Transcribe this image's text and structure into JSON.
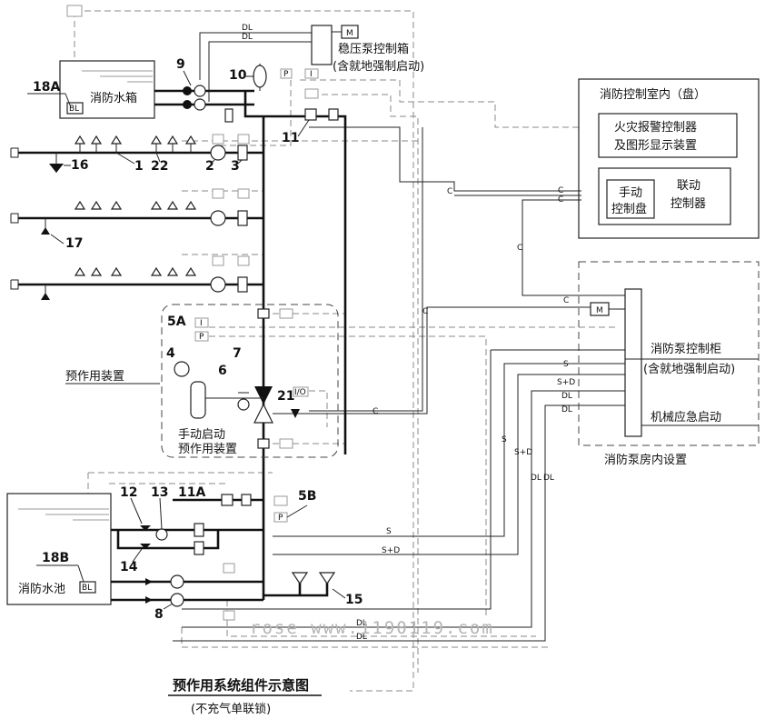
{
  "labels": {
    "stabilizer_box": "稳压泵控制箱",
    "stabilizer_local": "(含就地强制启动)",
    "m": "M",
    "dl": "DL",
    "p": "P",
    "i": "I",
    "fire_tank": "消防水箱",
    "fire_pool": "消防水池",
    "tag_18a": "18A",
    "tag_18b": "18B",
    "bl": "BL",
    "control_room": "消防控制室内（盘）",
    "alarm_controller_1": "火灾报警控制器",
    "alarm_controller_2": "及图形显示装置",
    "manual_panel_1": "手动",
    "manual_panel_2": "控制盘",
    "linkage_1": "联动",
    "linkage_2": "控制器",
    "pump_cabinet": "消防泵控制柜",
    "pump_cabinet_local": "(含就地强制启动)",
    "mech_start": "机械应急启动",
    "pump_room": "消防泵房内设置",
    "preaction_device": "预作用装置",
    "manual_start": "手动启动",
    "preaction_device_2": "预作用装置",
    "c": "C",
    "s": "S",
    "s_d": "S+D",
    "io": "I/O",
    "n1": "1",
    "n2": "2",
    "n3": "3",
    "n4": "4",
    "n5a": "5A",
    "n5b": "5B",
    "n6": "6",
    "n7": "7",
    "n8": "8",
    "n9": "9",
    "n10": "10",
    "n11": "11",
    "n11a": "11A",
    "n12": "12",
    "n13": "13",
    "n14": "14",
    "n15": "15",
    "n16": "16",
    "n17": "17",
    "n21": "21",
    "n22": "22",
    "watermark": "rose  www.1190119.com",
    "caption": "预作用系统组件示意图",
    "caption_sub": "(不充气单联锁)"
  }
}
